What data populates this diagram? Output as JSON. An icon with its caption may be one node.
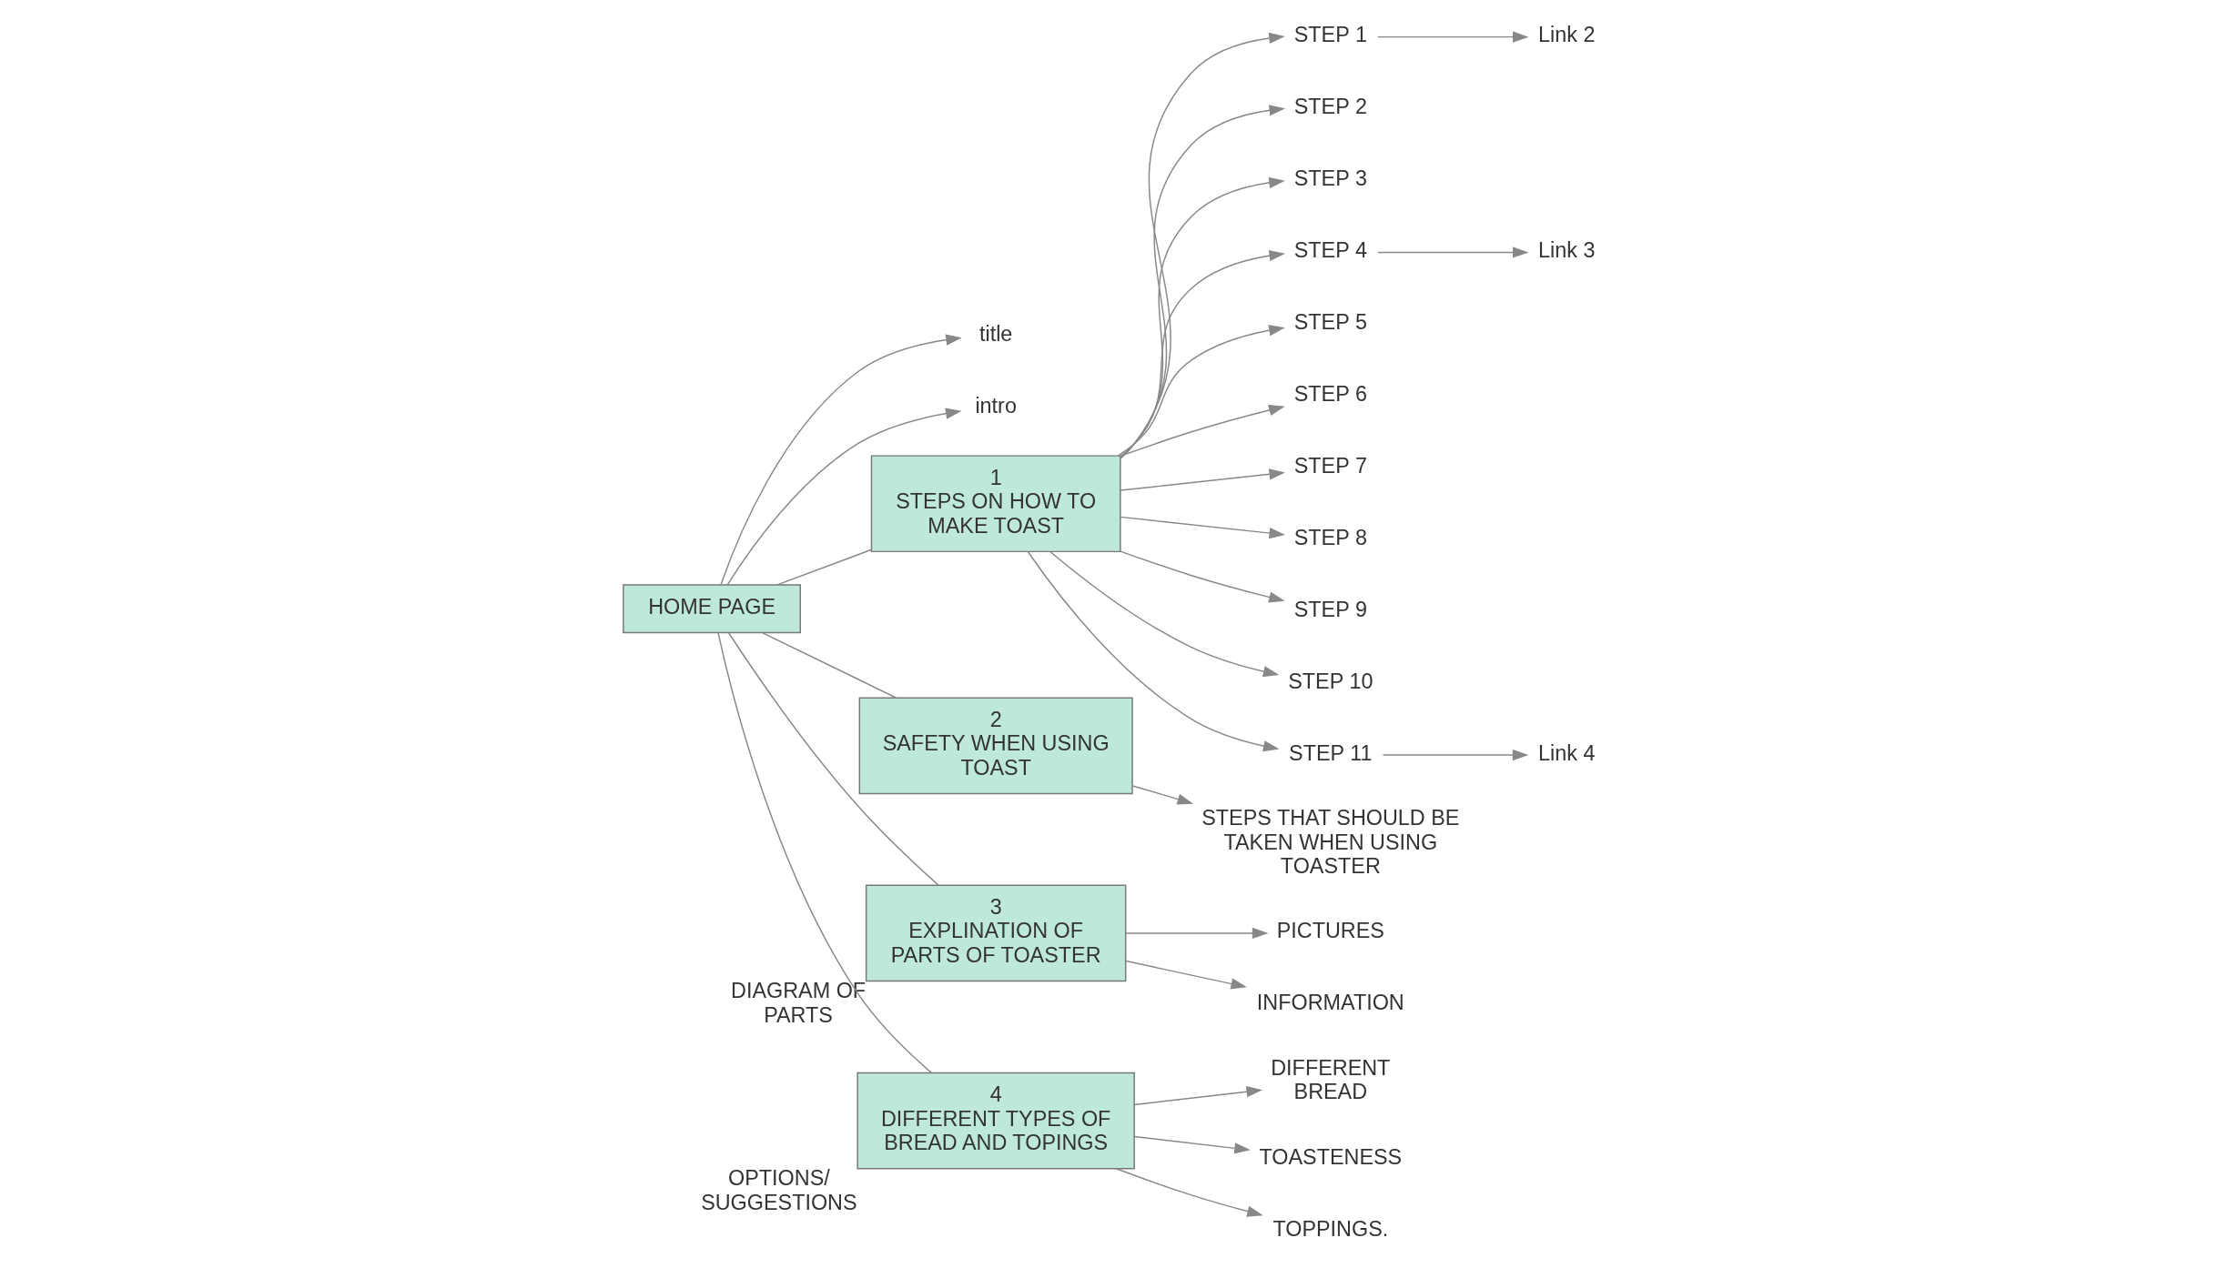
{
  "diagram": {
    "nodes": [
      {
        "text": [
          "HOME PAGE"
        ]
      },
      {
        "text": [
          "title"
        ]
      },
      {
        "text": [
          "intro"
        ]
      },
      {
        "text": [
          "1",
          "STEPS ON HOW TO MAKE TOAST"
        ]
      },
      {
        "text": [
          "2",
          "SAFETY WHEN USING TOAST"
        ]
      },
      {
        "text": [
          "3",
          "EXPLINATION OF PARTS OF TOASTER"
        ],
        "beside": [
          "DIAGRAM OF PARTS"
        ]
      },
      {
        "text": [
          "4",
          "DIFFERENT TYPES OF BREAD AND TOPINGS"
        ],
        "beside": [
          "OPTIONS/ SUGGESTIONS"
        ]
      },
      {
        "text": [
          "STEP 1"
        ]
      },
      {
        "text": [
          "STEP 2"
        ]
      },
      {
        "text": [
          "STEP 3"
        ]
      },
      {
        "text": [
          "STEP 4"
        ]
      },
      {
        "text": [
          "STEP 5"
        ]
      },
      {
        "text": [
          "STEP 6"
        ]
      },
      {
        "text": [
          "STEP 7"
        ]
      },
      {
        "text": [
          "STEP 8"
        ]
      },
      {
        "text": [
          "STEP 9"
        ]
      },
      {
        "text": [
          "STEP 10"
        ]
      },
      {
        "text": [
          "STEP 11"
        ]
      },
      {
        "text": [
          "Link 2"
        ]
      },
      {
        "text": [
          "Link 3"
        ]
      },
      {
        "text": [
          "Link 4"
        ]
      },
      {
        "text": [
          "STEPS THAT SHOULD BE TAKEN WHEN USING TOASTER"
        ]
      },
      {
        "text": [
          "PICTURES"
        ]
      },
      {
        "text": [
          "INFORMATION"
        ]
      },
      {
        "text": [
          "DIFFERENT BREAD"
        ]
      },
      {
        "text": [
          "TOASTENESS"
        ]
      },
      {
        "text": [
          "TOPPINGS."
        ]
      }
    ],
    "edges": [
      {
        "from": 0,
        "to": 1,
        "arrow": "to"
      },
      {
        "from": 0,
        "to": 2,
        "arrow": "to"
      },
      {
        "from": 0,
        "to": 3,
        "arrow": "none"
      },
      {
        "from": 0,
        "to": 4,
        "arrow": "none"
      },
      {
        "from": 0,
        "to": 5,
        "arrow": "none"
      },
      {
        "from": 0,
        "to": 6,
        "arrow": "none"
      },
      {
        "from": 3,
        "to": 7,
        "arrow": "to"
      },
      {
        "from": 3,
        "to": 8,
        "arrow": "to"
      },
      {
        "from": 3,
        "to": 9,
        "arrow": "to"
      },
      {
        "from": 3,
        "to": 10,
        "arrow": "to"
      },
      {
        "from": 3,
        "to": 11,
        "arrow": "to"
      },
      {
        "from": 3,
        "to": 12,
        "arrow": "to"
      },
      {
        "from": 3,
        "to": 13,
        "arrow": "to"
      },
      {
        "from": 3,
        "to": 14,
        "arrow": "to"
      },
      {
        "from": 3,
        "to": 15,
        "arrow": "to"
      },
      {
        "from": 3,
        "to": 16,
        "arrow": "to"
      },
      {
        "from": 3,
        "to": 17,
        "arrow": "to"
      },
      {
        "from": 7,
        "to": 18,
        "arrow": "to"
      },
      {
        "from": 10,
        "to": 19,
        "arrow": "to"
      },
      {
        "from": 17,
        "to": 20,
        "arrow": "to"
      },
      {
        "from": 4,
        "to": 21,
        "arrow": "to"
      },
      {
        "from": 5,
        "to": 22,
        "arrow": "to"
      },
      {
        "from": 5,
        "to": 23,
        "arrow": "to"
      },
      {
        "from": 6,
        "to": 24,
        "arrow": "to"
      },
      {
        "from": 6,
        "to": 25,
        "arrow": "to"
      },
      {
        "from": 6,
        "to": 26,
        "arrow": "to"
      }
    ]
  }
}
